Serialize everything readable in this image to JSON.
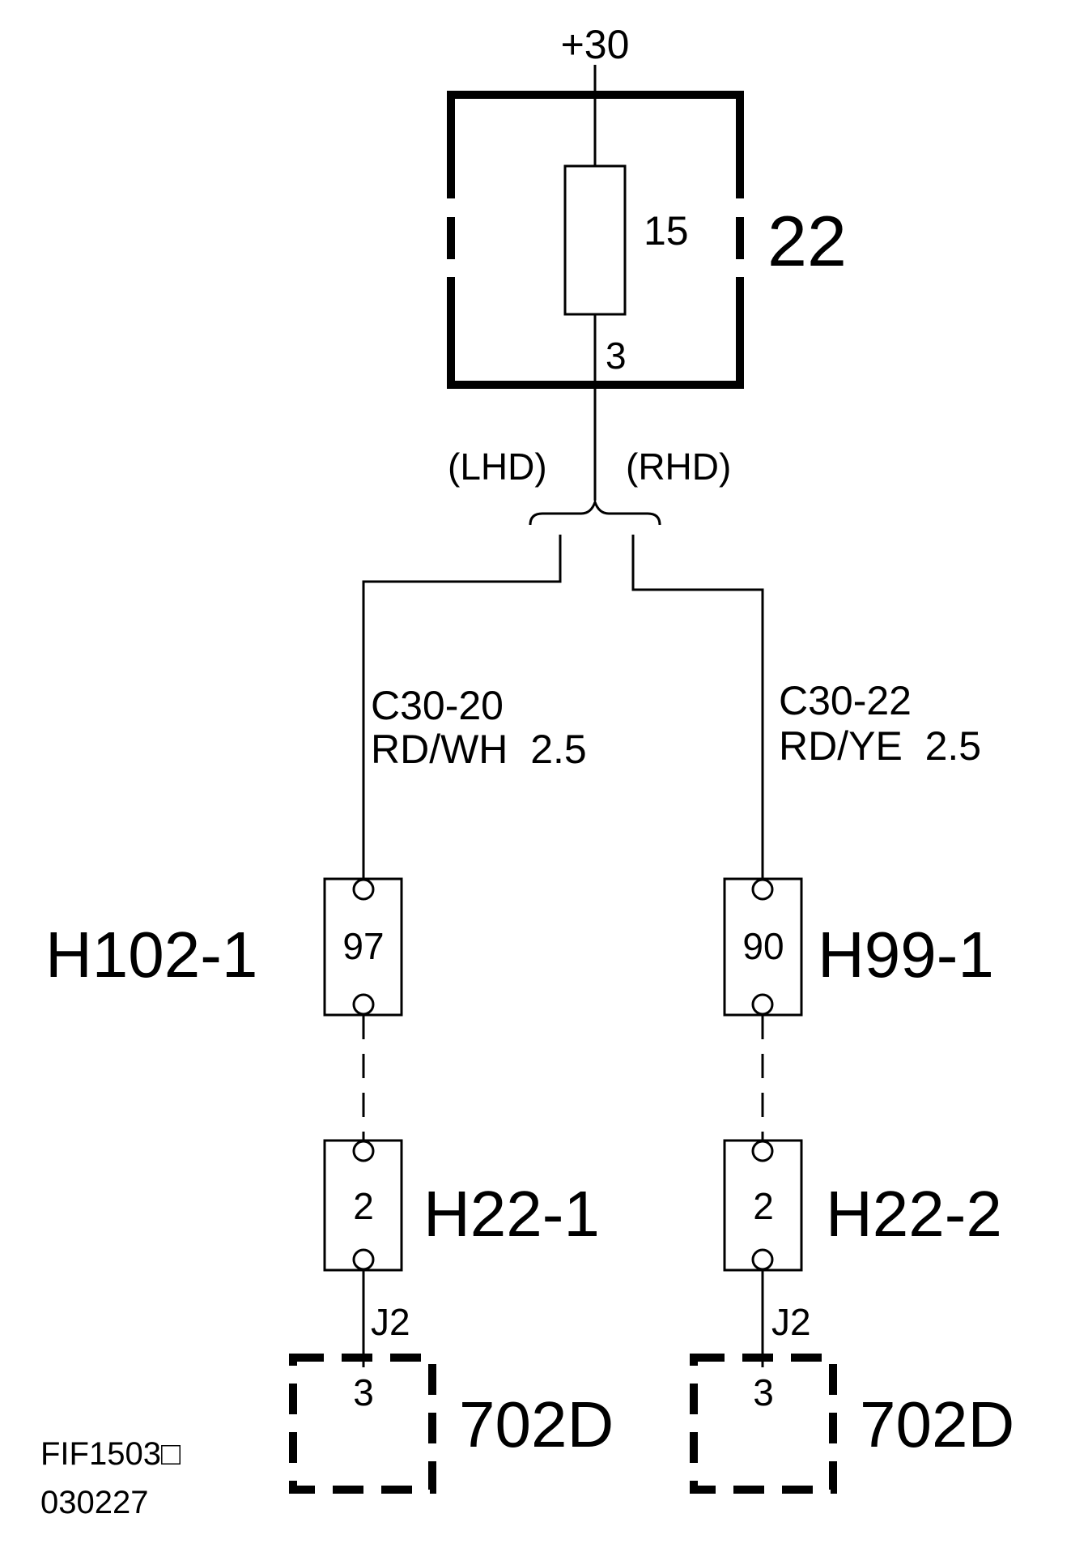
{
  "supply": {
    "label": "+30"
  },
  "fuse_box": {
    "id": "22",
    "fuse_rating": "15",
    "pin": "3"
  },
  "variants": {
    "left": "(LHD)",
    "right": "(RHD)"
  },
  "wires": {
    "left": {
      "circuit": "C30-20",
      "spec": "RD/WH  2.5"
    },
    "right": {
      "circuit": "C30-22",
      "spec": "RD/YE  2.5"
    }
  },
  "connectors": {
    "h102": {
      "label": "H102-1",
      "pin": "97"
    },
    "h99": {
      "label": "H99-1",
      "pin": "90"
    },
    "h22_1": {
      "label": "H22-1",
      "pin": "2"
    },
    "h22_2": {
      "label": "H22-2",
      "pin": "2"
    }
  },
  "splices": {
    "left": "J2",
    "right": "J2"
  },
  "modules": {
    "left": {
      "label": "702D",
      "pin": "3"
    },
    "right": {
      "label": "702D",
      "pin": "3"
    }
  },
  "footer": {
    "ref_code": "FIF1503□",
    "date_code": "030227"
  }
}
